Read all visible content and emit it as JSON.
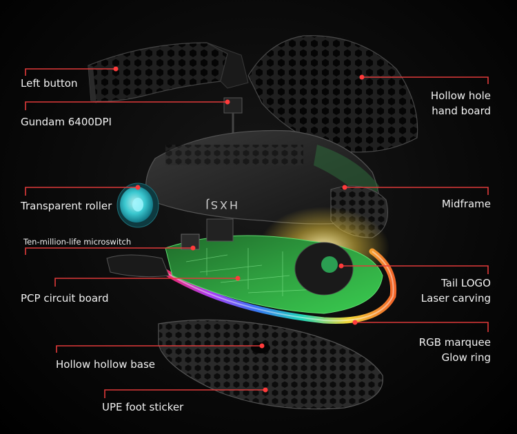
{
  "diagram": {
    "logo_text": "HXSJ",
    "accent_color": "#e23a3a",
    "labels": {
      "left_button": "Left button",
      "gundam_dpi": "Gundam 6400DPI",
      "transparent_roller": "Transparent roller",
      "microswitch": "Ten-million-life microswitch",
      "pcp_board": "PCP circuit board",
      "hollow_base": "Hollow hollow base",
      "upe_foot": "UPE foot sticker",
      "hollow_hole_1": "Hollow hole",
      "hollow_hole_2": "hand board",
      "midframe": "Midframe",
      "tail_logo_1": "Tail LOGO",
      "tail_logo_2": "Laser carving",
      "rgb_1": "RGB marquee",
      "rgb_2": "Glow ring"
    }
  }
}
